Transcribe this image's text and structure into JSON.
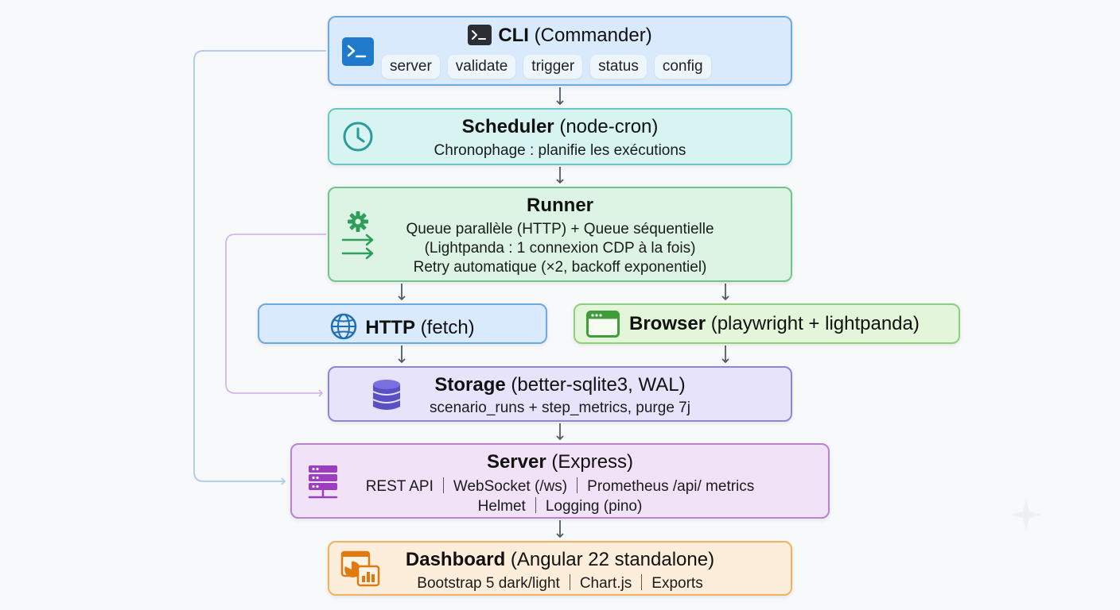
{
  "cli": {
    "title_bold": "CLI",
    "title_rest": " (Commander)",
    "commands": [
      "server",
      "validate",
      "trigger",
      "status",
      "config"
    ]
  },
  "scheduler": {
    "title_bold": "Scheduler",
    "title_rest": " (node-cron)",
    "line1": "Chronophage : planifie les exécutions"
  },
  "runner": {
    "title_bold": "Runner",
    "line1": "Queue parallèle (HTTP) + Queue séquentielle",
    "line2": "(Lightpanda : 1 connexion CDP à la fois)",
    "line3": "Retry automatique (×2, backoff exponentiel)"
  },
  "http": {
    "title_bold": "HTTP",
    "title_rest": " (fetch)"
  },
  "browser": {
    "title_bold": "Browser",
    "title_rest": " (playwright + lightpanda)"
  },
  "storage": {
    "title_bold": "Storage",
    "title_rest": " (better-sqlite3, WAL)",
    "line1": "scenario_runs + step_metrics, purge 7j"
  },
  "server": {
    "title_bold": "Server",
    "title_rest": " (Express)",
    "row1": [
      "REST API",
      "WebSocket (/ws)",
      "Prometheus /api/ metrics"
    ],
    "row2": [
      "Helmet",
      "Logging (pino)"
    ]
  },
  "dashboard": {
    "title_bold": "Dashboard",
    "title_rest": " (Angular 22 standalone)",
    "row1": [
      "Bootstrap 5 dark/light",
      "Chart.js",
      "Exports"
    ]
  },
  "icons": {
    "cli": "terminal-icon",
    "scheduler": "clock-icon",
    "runner": "gear-arrows-icon",
    "http": "globe-icon",
    "browser": "browser-window-icon",
    "storage": "database-icon",
    "server": "server-rack-icon",
    "dashboard": "dashboard-chart-icon"
  },
  "colors": {
    "cli": "#6aa9e3",
    "scheduler": "#69c6c1",
    "runner": "#6fc68b",
    "http": "#6aa9e3",
    "browser": "#8fd07a",
    "storage": "#8e84da",
    "server": "#b982d2",
    "dashboard": "#f0b262"
  }
}
